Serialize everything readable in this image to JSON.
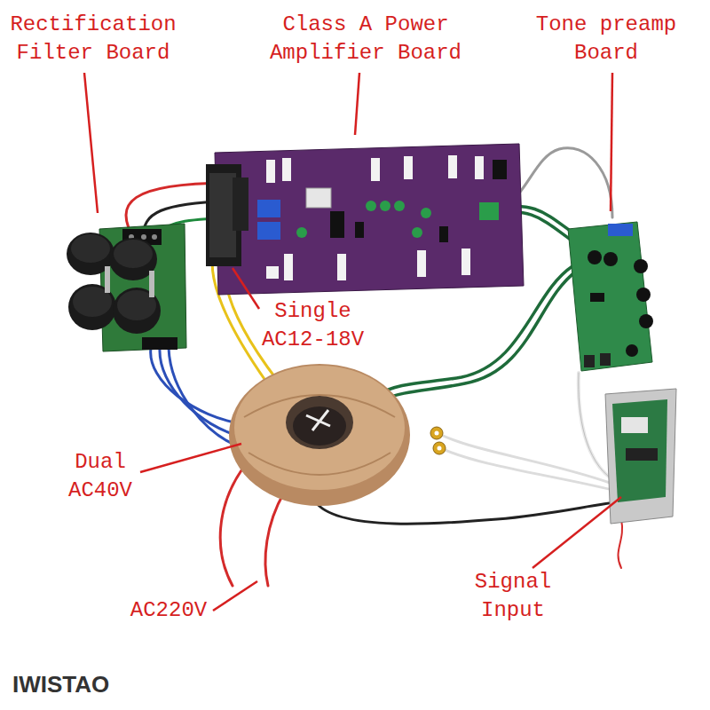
{
  "diagram": {
    "labels": [
      "Rectification Filter Board",
      "Class A Power Amplifier Board",
      "Tone preamp Board",
      "Single AC12-18V",
      "Dual AC40V",
      "AC220V",
      "Signal Input",
      "IWISTAO"
    ]
  }
}
